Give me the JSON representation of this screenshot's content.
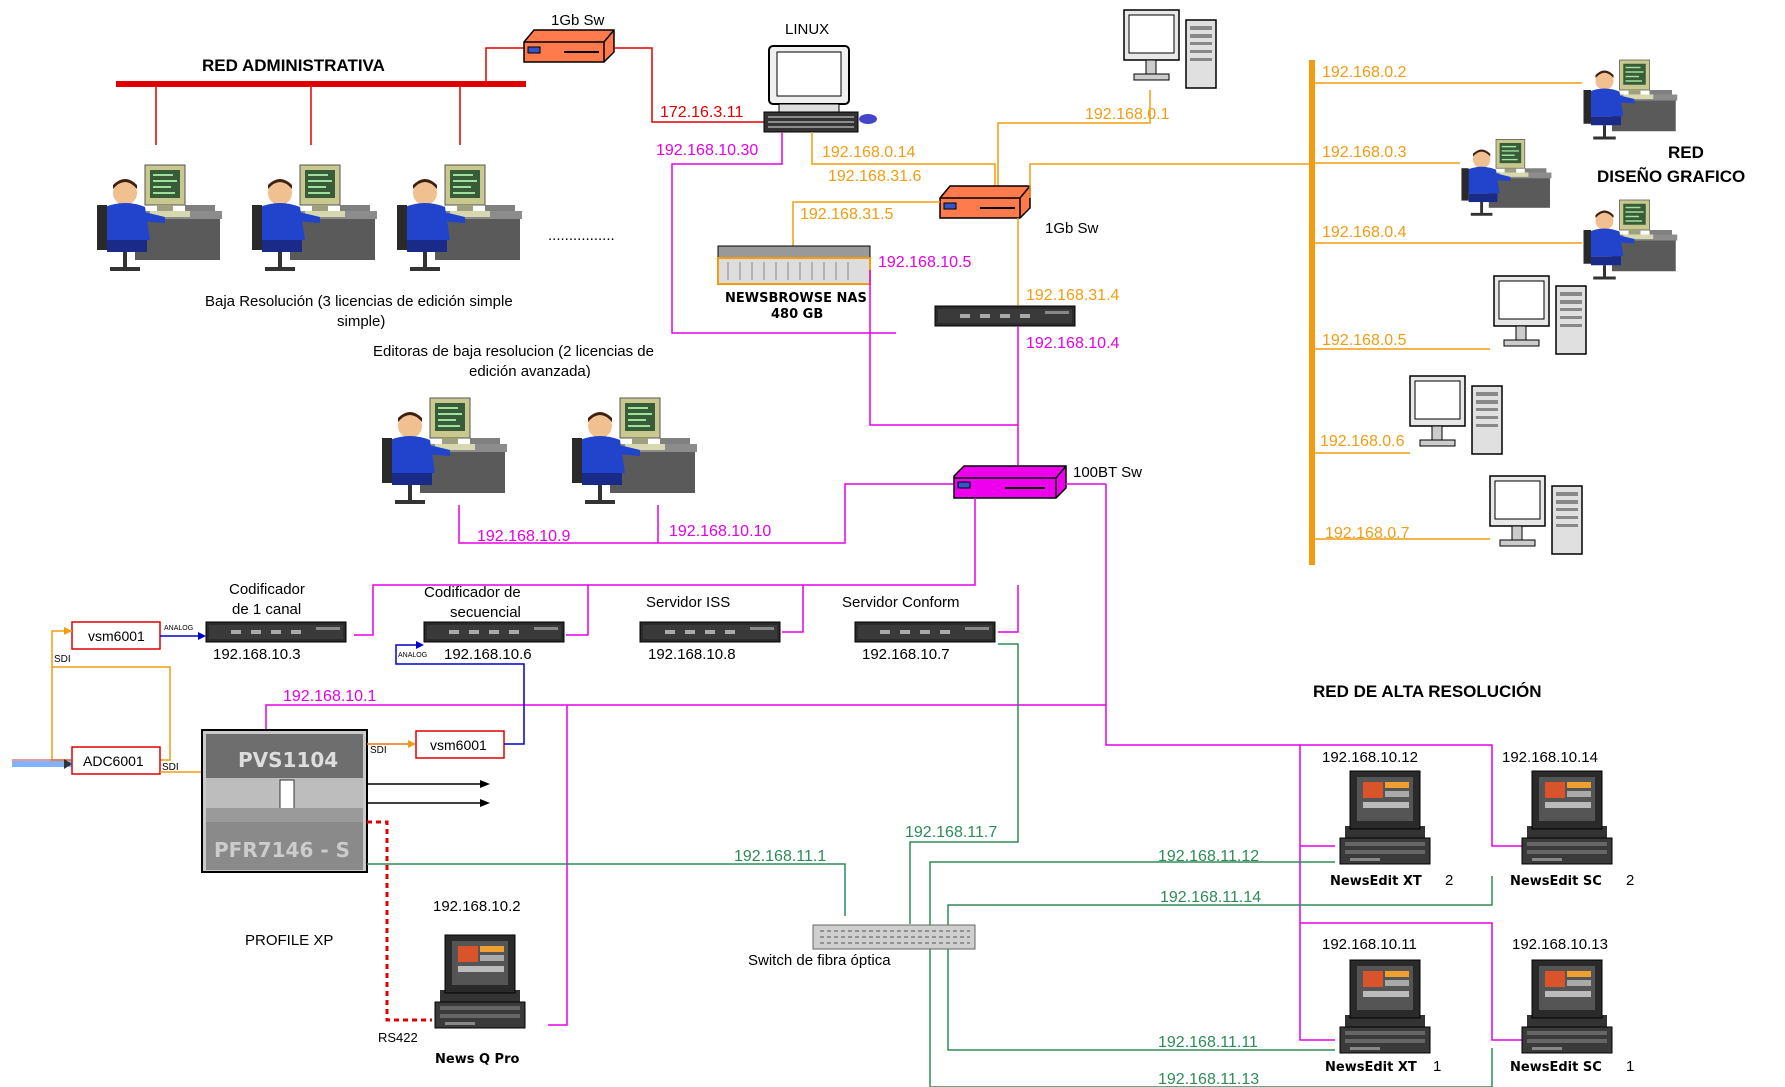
{
  "networks": {
    "admin": "RED ADMINISTRATIVA",
    "design_line1": "RED",
    "design_line2": "DISEÑO GRAFICO",
    "highres": "RED DE ALTA RESOLUCIÓN"
  },
  "switches": {
    "admin_sw": "1Gb Sw",
    "core_sw": "1Gb Sw",
    "sw100": "100BT Sw",
    "fiber": "Switch de fibra óptica"
  },
  "linux": "LINUX",
  "nas": {
    "line1": "NEWSBROWSE NAS",
    "line2": "480 GB"
  },
  "lowres_caption_line1": "Baja Resolución  (3 licencias de edición simple",
  "lowres_caption_line2": "simple)",
  "ellipsis": "................",
  "editors_caption_line1": "Editoras de baja resolucion (2 licencias de",
  "editors_caption_line2": "edición avanzada)",
  "ips": {
    "linux_red": "172.16.3.11",
    "linux_mag": "192.168.10.30",
    "linux_o1": "192.168.0.14",
    "linux_o2": "192.168.31.6",
    "nas_o": "192.168.31.5",
    "nas_m": "192.168.10.5",
    "dev_o": "192.168.31.4",
    "dev_m": "192.168.10.4",
    "pc01": "192.168.0.1",
    "d02": "192.168.0.2",
    "d03": "192.168.0.3",
    "d04": "192.168.0.4",
    "d05": "192.168.0.5",
    "d06": "192.168.0.6",
    "d07": "192.168.0.7",
    "ed9": "192.168.10.9",
    "ed10": "192.168.10.10",
    "pvs_m": "192.168.10.1",
    "pfr_g": "192.168.11.1",
    "conf_g": "192.168.11.7",
    "x12g": "192.168.11.12",
    "x14g": "192.168.11.14",
    "x11g": "192.168.11.11",
    "x13g": "192.168.11.13"
  },
  "servers": [
    {
      "l1": "Codificador",
      "l2": "de 1 canal",
      "ip": "192.168.10.3"
    },
    {
      "l1": "Codificador de",
      "l2": "secuencial",
      "ip": "192.168.10.6"
    },
    {
      "l1": "Servidor ISS",
      "l2": "",
      "ip": "192.168.10.8"
    },
    {
      "l1": "Servidor Conform",
      "l2": "",
      "ip": "192.168.10.7"
    }
  ],
  "boxes": {
    "vsm1": "vsm6001",
    "vsm2": "vsm6001",
    "adc": "ADC6001"
  },
  "tags": {
    "analog": "ANALOG",
    "sdi": "SDI"
  },
  "pvs": "PVS1104",
  "pfr": "PFR7146 - S",
  "profile": "PROFILE XP",
  "rs422": "RS422",
  "newsq": {
    "ip": "192.168.10.2",
    "label": "News Q Pro"
  },
  "ws": [
    {
      "ip": "192.168.10.12",
      "label": "NewsEdit XT",
      "num": "2"
    },
    {
      "ip": "192.168.10.14",
      "label": "NewsEdit SC",
      "num": "2"
    },
    {
      "ip": "192.168.10.11",
      "label": "NewsEdit XT",
      "num": "1"
    },
    {
      "ip": "192.168.10.13",
      "label": "NewsEdit SC",
      "num": "1"
    }
  ]
}
